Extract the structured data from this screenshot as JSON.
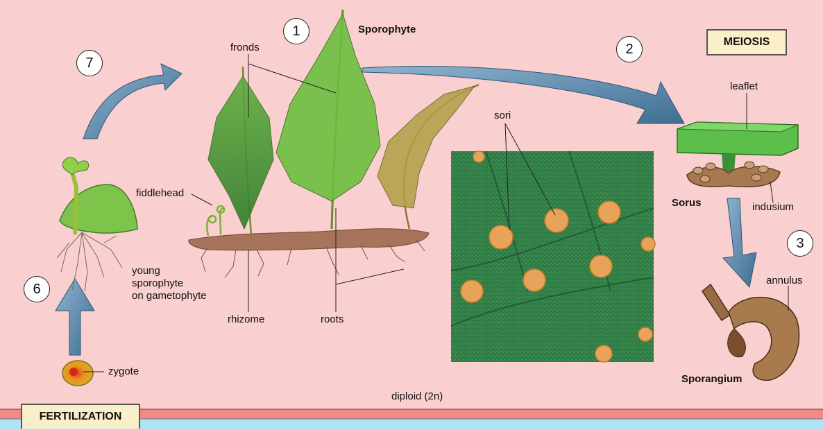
{
  "labels": {
    "sporophyte": "Sporophyte",
    "fronds": "fronds",
    "fiddlehead": "fiddlehead",
    "rhizome": "rhizome",
    "roots": "roots",
    "sori": "sori",
    "leaflet": "leaflet",
    "sorus": "Sorus",
    "indusium": "indusium",
    "annulus": "annulus",
    "sporangium": "Sporangium",
    "young_line1": "young",
    "young_line2": "sporophyte",
    "young_line3": "on gametophyte",
    "zygote": "zygote",
    "diploid": "diploid (2n)"
  },
  "boxes": {
    "meiosis": "MEIOSIS",
    "fertilization": "FERTILIZATION"
  },
  "steps": [
    "1",
    "2",
    "3",
    "6",
    "7"
  ],
  "colors": {
    "background": "#f9cfcf",
    "haploid_band": "#f28a86",
    "bottom_band": "#aee2f5",
    "arrow": "#4d7fa3",
    "fern_green": "#7cb342",
    "soil": "#8b5a3c"
  }
}
